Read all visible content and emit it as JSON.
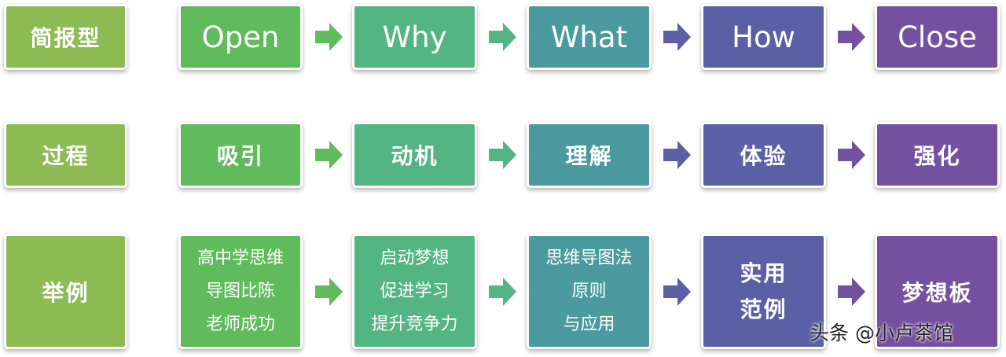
{
  "colors": {
    "label": "#8dbb54",
    "stage1": "#5fbb5b",
    "stage2": "#53b583",
    "stage3": "#4b9aa0",
    "stage4": "#5a5fa6",
    "stage5": "#7451a0"
  },
  "rows": [
    {
      "label": "简报型",
      "stages": [
        {
          "lines": [
            "Open"
          ]
        },
        {
          "lines": [
            "Why"
          ]
        },
        {
          "lines": [
            "What"
          ]
        },
        {
          "lines": [
            "How"
          ]
        },
        {
          "lines": [
            "Close"
          ]
        }
      ]
    },
    {
      "label": "过程",
      "stages": [
        {
          "lines": [
            "吸引"
          ]
        },
        {
          "lines": [
            "动机"
          ]
        },
        {
          "lines": [
            "理解"
          ]
        },
        {
          "lines": [
            "体验"
          ]
        },
        {
          "lines": [
            "强化"
          ]
        }
      ]
    },
    {
      "label": "举例",
      "stages": [
        {
          "lines": [
            "高中学思维",
            "导图比陈",
            "老师成功"
          ]
        },
        {
          "lines": [
            "启动梦想",
            "促进学习",
            "提升竞争力"
          ]
        },
        {
          "lines": [
            "思维导图法",
            "原则",
            "与应用"
          ]
        },
        {
          "lines": [
            "实用",
            "范例"
          ]
        },
        {
          "lines": [
            "梦想板"
          ]
        }
      ]
    }
  ],
  "watermark": "头条 @小卢茶馆"
}
